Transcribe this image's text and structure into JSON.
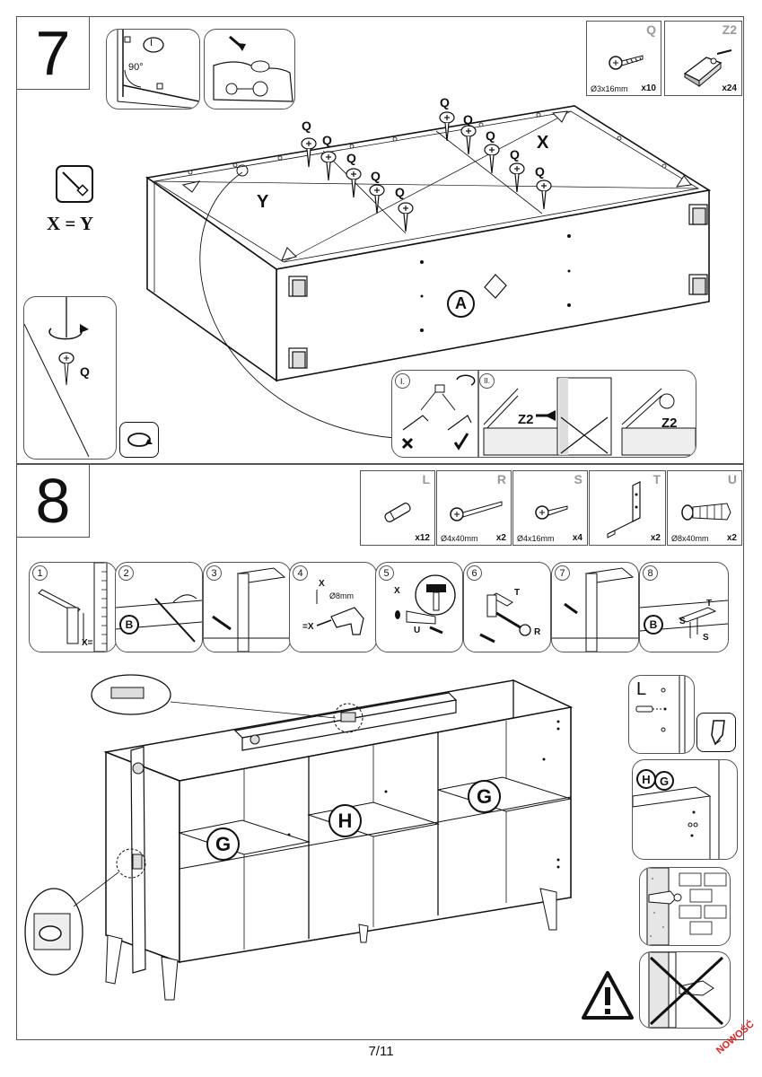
{
  "step7": {
    "number": "7",
    "orientation_label": "I",
    "angle": "90°",
    "equation": "X = Y",
    "label_x": "X",
    "label_y": "Y",
    "panel_a": "A",
    "screw_label": "Q",
    "detail_i": "I.",
    "detail_ii": "II.",
    "z2_label": "Z2",
    "parts": [
      {
        "code": "Q",
        "dim": "Ø3x16mm",
        "qty": "x10"
      },
      {
        "code": "Z2",
        "dim": "",
        "qty": "x24"
      }
    ]
  },
  "step8": {
    "number": "8",
    "parts": [
      {
        "code": "L",
        "dim": "",
        "qty": "x12"
      },
      {
        "code": "R",
        "dim": "Ø4x40mm",
        "qty": "x2"
      },
      {
        "code": "S",
        "dim": "Ø4x16mm",
        "qty": "x4"
      },
      {
        "code": "T",
        "dim": "",
        "qty": "x2"
      },
      {
        "code": "U",
        "dim": "Ø8x40mm",
        "qty": "x2"
      }
    ],
    "substeps": [
      {
        "n": "1",
        "text": "X="
      },
      {
        "n": "2",
        "text": "B"
      },
      {
        "n": "3",
        "text": ""
      },
      {
        "n": "4",
        "text": "Ø8mm",
        "x_top": "X",
        "x_bottom": "=X"
      },
      {
        "n": "5",
        "text": "X",
        "u": "U"
      },
      {
        "n": "6",
        "text": "T",
        "r": "R"
      },
      {
        "n": "7",
        "text": ""
      },
      {
        "n": "8",
        "text": "B",
        "t": "T",
        "s1": "S",
        "s2": "S"
      }
    ],
    "shelf_g": "G",
    "shelf_h": "H",
    "dowel_l": "L",
    "detail_h": "H",
    "detail_g": "G"
  },
  "footer": {
    "page": "7/11",
    "stamp": "NOWOŚĆ"
  }
}
